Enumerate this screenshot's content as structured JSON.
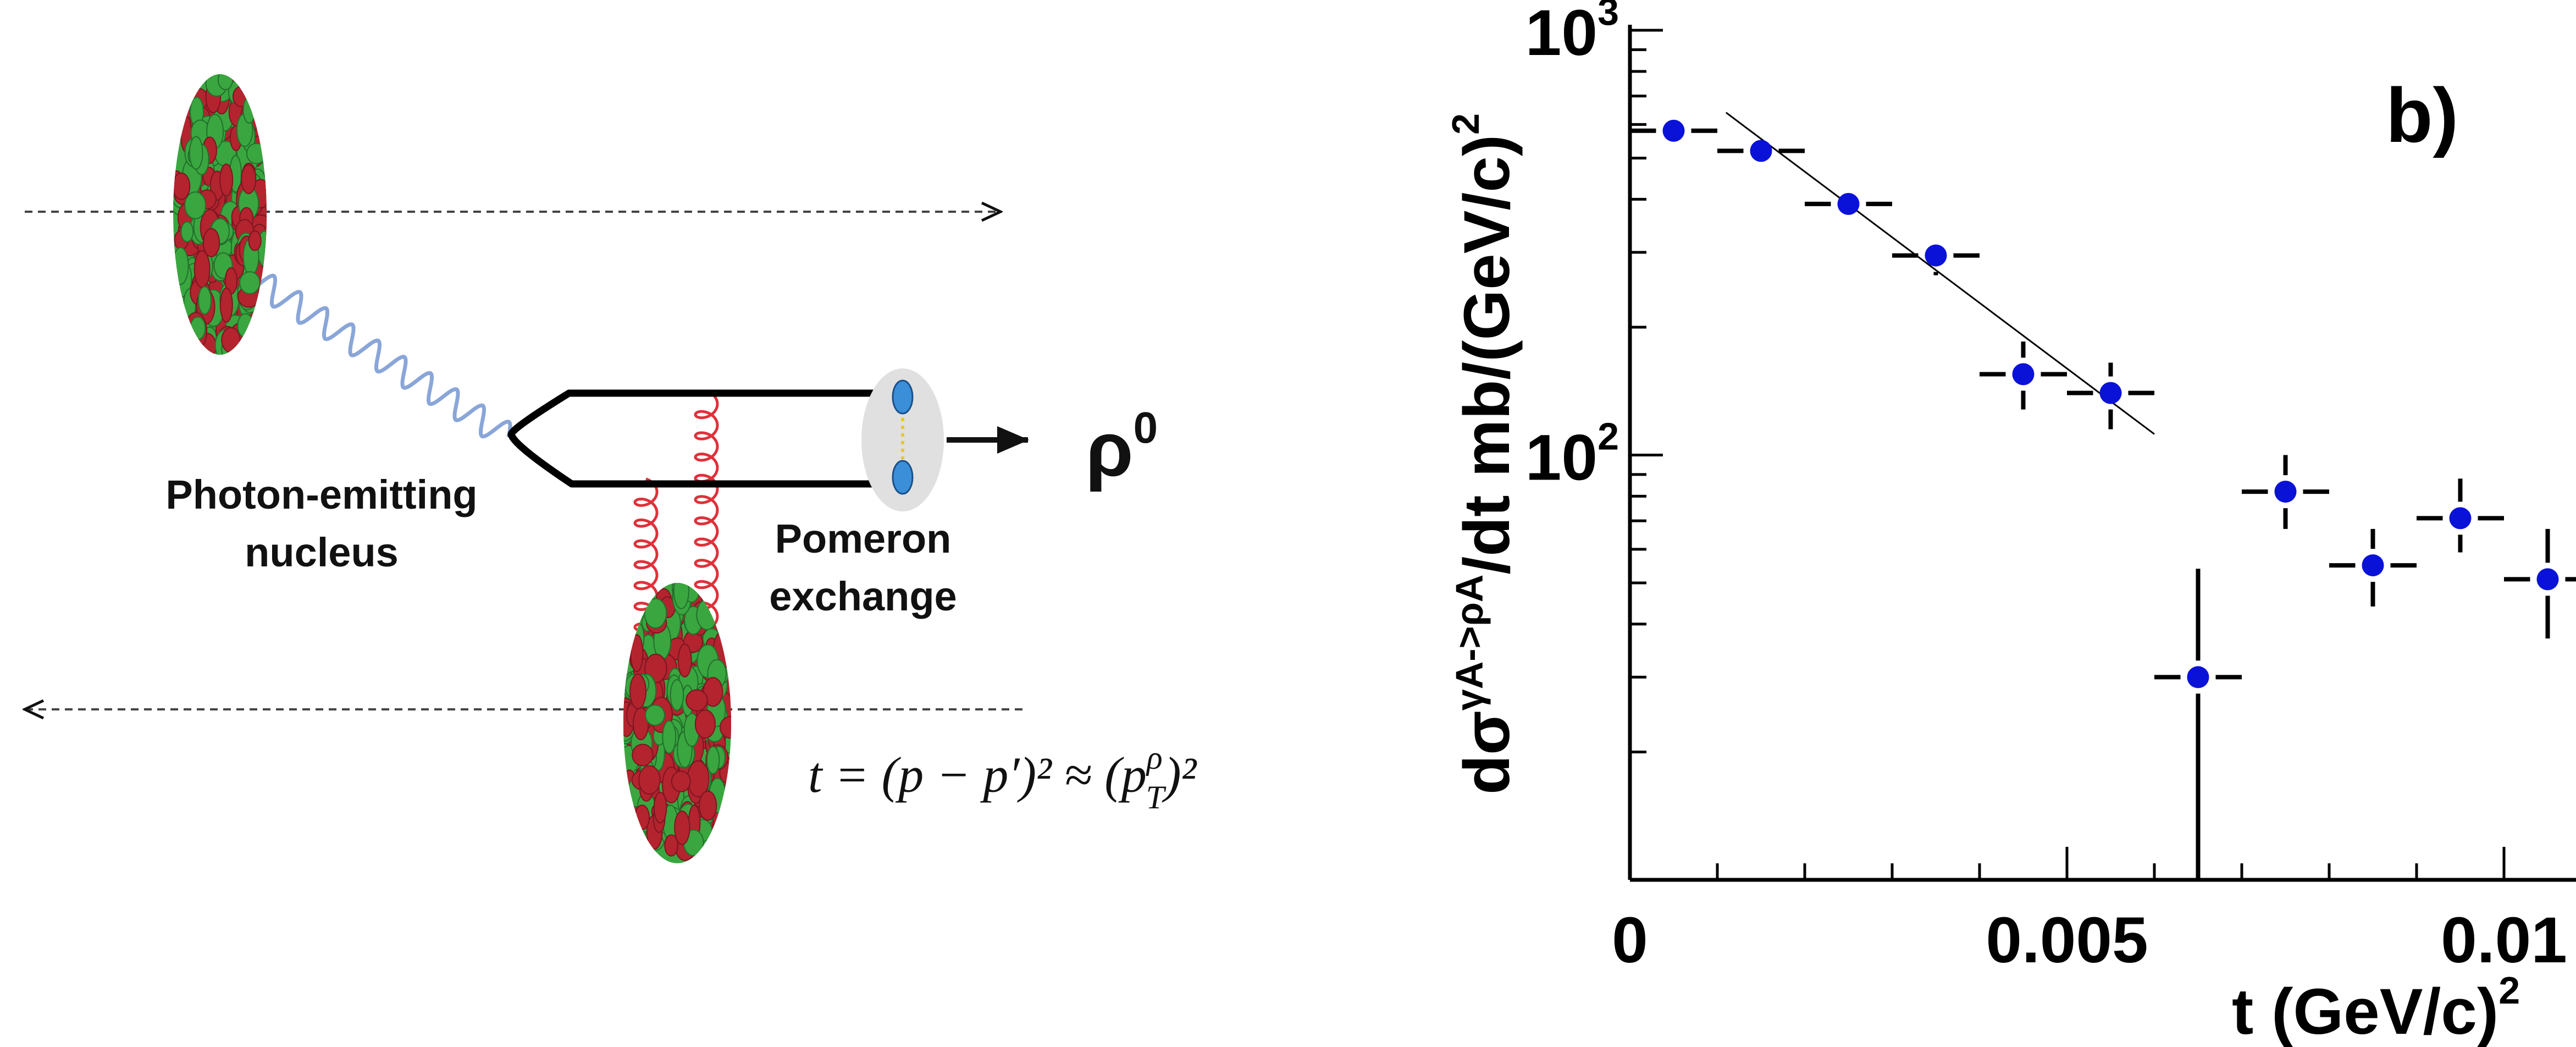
{
  "diagram": {
    "label_nucleus_line1": "Photon-emitting",
    "label_nucleus_line2": "nucleus",
    "label_pomeron_line1": "Pomeron",
    "label_pomeron_line2": "exchange",
    "label_meson": "ρ",
    "label_meson_sup": "0",
    "formula": "t = (p − p′)² ≈ (p",
    "formula_sub": "T",
    "formula_sup_rho": "ρ",
    "formula_tail": ")²",
    "colors": {
      "nucleus_red": "#b3242f",
      "nucleus_green": "#3aa640",
      "photon_line": "#8aa6d8",
      "gluon_line": "#e0303a",
      "meson_blob": "#e0e0e0",
      "quark": "#3a8fd8"
    }
  },
  "chart_data": {
    "type": "scatter",
    "panel_label": "b)",
    "ylabel": "dσ^{γA->ρA}/dt mb/(GeV/c)^{2}",
    "xlabel": "t (GeV/c)^{2}",
    "xlim": [
      0,
      0.0108
    ],
    "ylim_log": [
      10,
      1000
    ],
    "y_scale": "log",
    "x_tick_labels": [
      "0",
      "0.005",
      "0.01"
    ],
    "x_ticks": [
      0,
      0.005,
      0.01
    ],
    "y_tick_labels": [
      {
        "base": "10",
        "exp": "3",
        "value": 1000
      },
      {
        "base": "10",
        "exp": "2",
        "value": 100
      }
    ],
    "series": [
      {
        "marker_color": "#0a12d8",
        "x": [
          0.0005,
          0.0015,
          0.0025,
          0.0035,
          0.0045,
          0.0055,
          0.0065,
          0.0075,
          0.0085,
          0.0095,
          0.0105
        ],
        "y": [
          580,
          520,
          390,
          295,
          155,
          140,
          30,
          82,
          55,
          71,
          51
        ],
        "xerr": [
          0.0005,
          0.0005,
          0.0005,
          0.0005,
          0.0005,
          0.0005,
          0.0005,
          0.0005,
          0.0005,
          0.0005,
          0.0005
        ],
        "y_low": [
          580,
          520,
          370,
          265,
          128,
          115,
          10,
          67,
          44,
          59,
          37
        ],
        "y_high": [
          580,
          520,
          400,
          320,
          185,
          165,
          54,
          100,
          67,
          88,
          67
        ]
      }
    ],
    "fit_line": {
      "x": [
        0.0011,
        0.006
      ],
      "y": [
        640,
        112
      ]
    }
  }
}
